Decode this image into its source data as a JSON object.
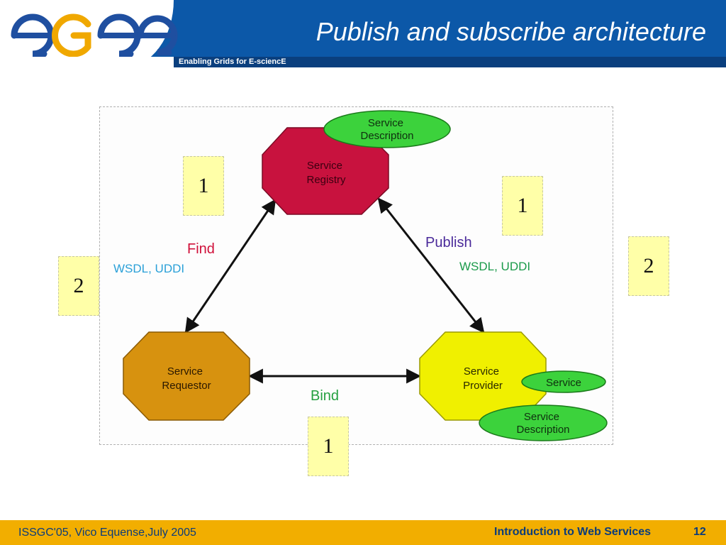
{
  "header": {
    "logo_text": "egee",
    "title": "Publish and subscribe architecture",
    "tagline": "Enabling Grids for E-sciencE"
  },
  "diagram": {
    "nodes": {
      "registry": "Service\nRegistry",
      "requestor": "Service\nRequestor",
      "provider": "Service\nProvider",
      "registry_desc": "Service\nDescription",
      "provider_service": "Service",
      "provider_desc": "Service\nDescription"
    },
    "edges": {
      "find": "Find",
      "find_protocol": "WSDL, UDDI",
      "publish": "Publish",
      "publish_protocol": "WSDL, UDDI",
      "bind": "Bind"
    },
    "notes": [
      "1",
      "1",
      "1",
      "2",
      "2"
    ]
  },
  "colors": {
    "header_blue": "#0c58a8",
    "header_strip": "#0a3f7e",
    "footer": "#f2ae00",
    "registry": "#c8123e",
    "requestor": "#d7920f",
    "provider": "#f0f000",
    "ellipse": "#3cd23c",
    "find": "#d0103a",
    "publish": "#4a2a9a",
    "wsdl": "#2aa0d8",
    "wsdl_publish": "#1a9a4a",
    "bind": "#24a040",
    "note": "#ffffa8"
  },
  "footer": {
    "left": "ISSGC'05, Vico Equense,July 2005",
    "title": "Introduction to Web Services",
    "page": "12"
  }
}
